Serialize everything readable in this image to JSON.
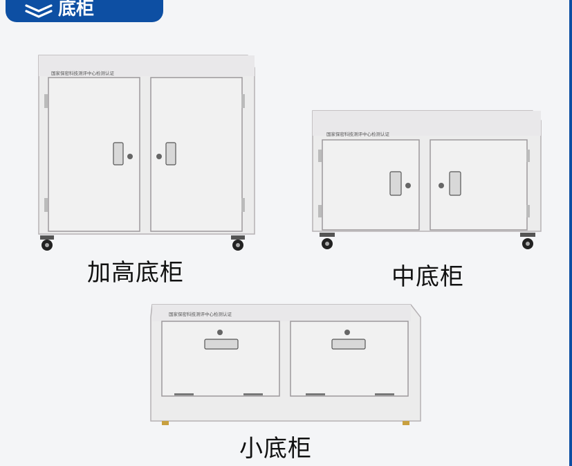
{
  "header": {
    "title": "底柜",
    "icon": "double-chevron-down-icon"
  },
  "products": [
    {
      "id": "tall",
      "caption": "加高底柜",
      "label": "国家保密科技测评中心检测认证",
      "cert_no": ""
    },
    {
      "id": "medium",
      "caption": "中底柜",
      "label": "国家保密科技测评中心检测认证",
      "cert_no": ""
    },
    {
      "id": "small",
      "caption": "小底柜",
      "label": "国家保密科技测评中心检测认证",
      "cert_no": ""
    }
  ],
  "colors": {
    "brand": "#0d4fa3",
    "cabinet": "#eeeeee",
    "frame": "#b7b3b6",
    "background": "#f4f5f7"
  }
}
